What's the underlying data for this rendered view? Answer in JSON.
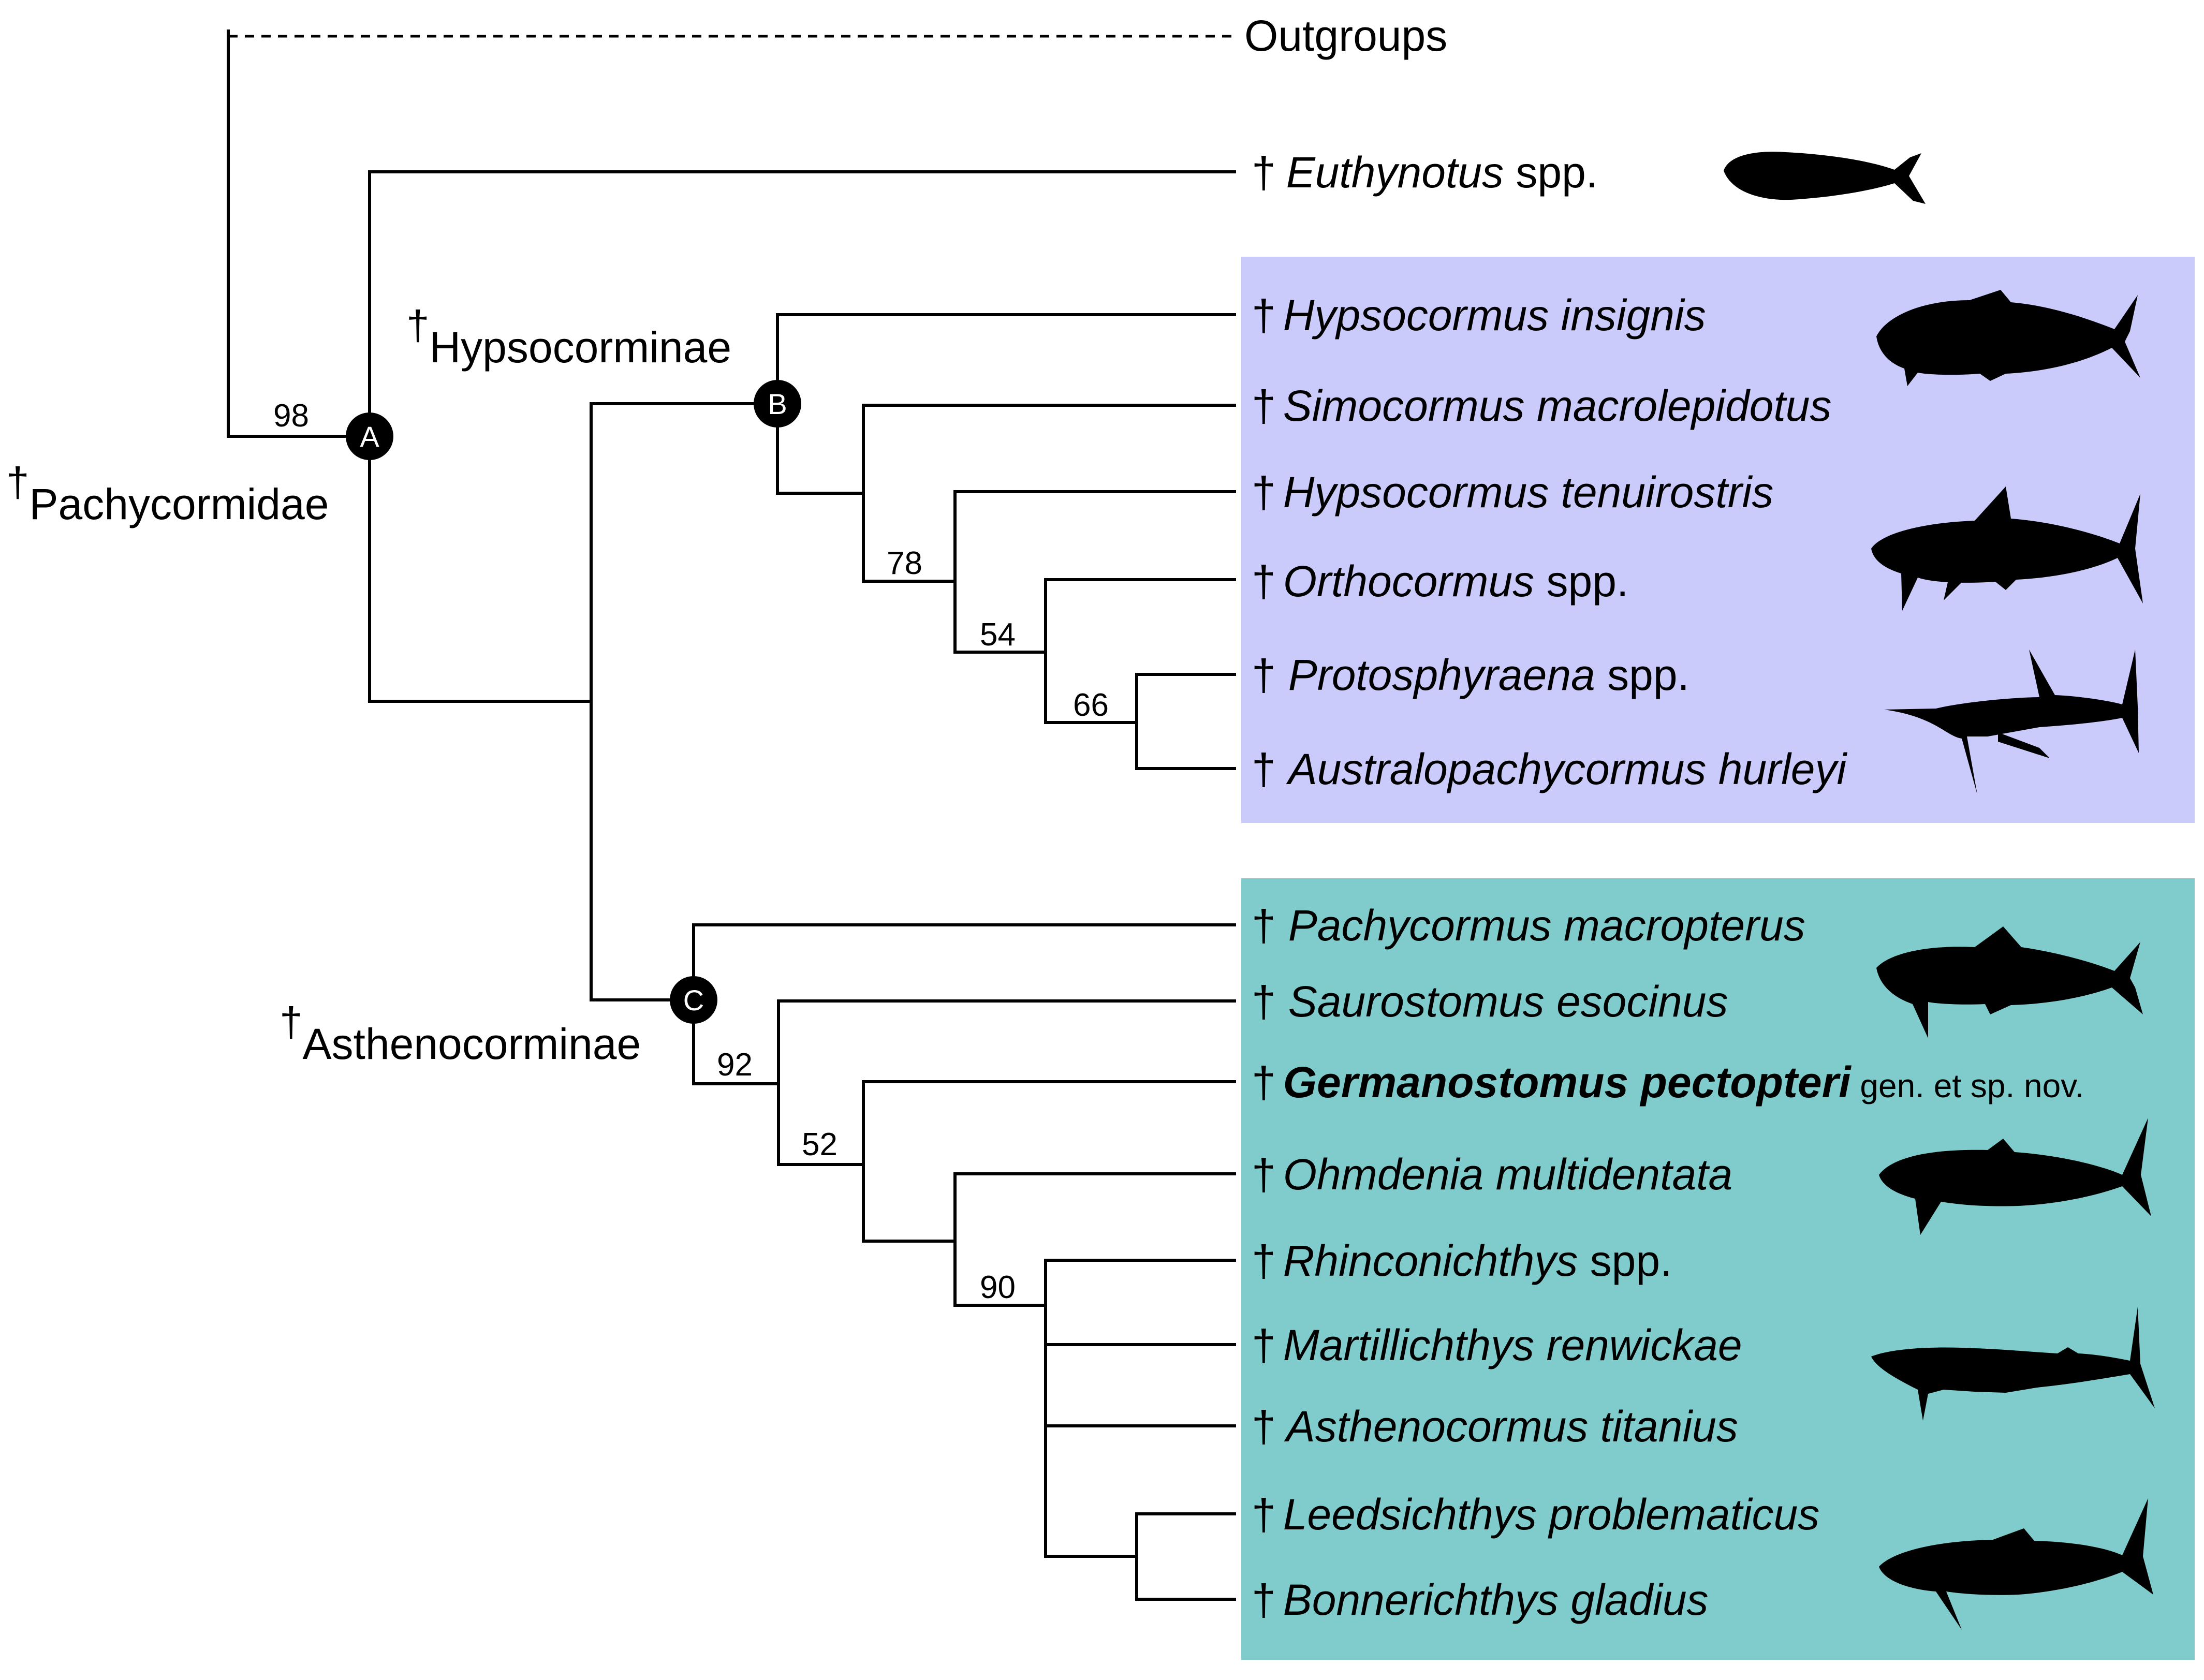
{
  "colors": {
    "hypsocorminae_box": "#cbcbfb",
    "asthenocorminae_box": "#80cccc",
    "lines": "#000000",
    "node_fill": "#000000"
  },
  "dagger": "†",
  "outgroups_label": "Outgroups",
  "taxa": [
    {
      "dagger": "†",
      "name": "Euthynotus",
      "rest": " spp.",
      "bold": false
    },
    {
      "dagger": "†",
      "name": "Hypsocormus insignis",
      "rest": "",
      "bold": false
    },
    {
      "dagger": "†",
      "name": "Simocormus macrolepidotus",
      "rest": "",
      "bold": false
    },
    {
      "dagger": "†",
      "name": "Hypsocormus tenuirostris",
      "rest": "",
      "bold": false
    },
    {
      "dagger": "†",
      "name": "Orthocormus",
      "rest": " spp.",
      "bold": false
    },
    {
      "dagger": "†",
      "name": "Protosphyraena",
      "rest": " spp.",
      "bold": false
    },
    {
      "dagger": "†",
      "name": "Australopachycormus hurleyi",
      "rest": "",
      "bold": false
    },
    {
      "dagger": "†",
      "name": "Pachycormus macropterus",
      "rest": "",
      "bold": false
    },
    {
      "dagger": "†",
      "name": "Saurostomus esocinus",
      "rest": "",
      "bold": false
    },
    {
      "dagger": "†",
      "name": "Germanostomus pectopteri",
      "rest": " gen. et sp. nov.",
      "bold": true
    },
    {
      "dagger": "†",
      "name": "Ohmdenia multidentata",
      "rest": "",
      "bold": false
    },
    {
      "dagger": "†",
      "name": "Rhinconichthys",
      "rest": " spp.",
      "bold": false
    },
    {
      "dagger": "†",
      "name": "Martillichthys renwickae",
      "rest": "",
      "bold": false
    },
    {
      "dagger": "†",
      "name": "Asthenocormus titanius",
      "rest": "",
      "bold": false
    },
    {
      "dagger": "†",
      "name": "Leedsichthys problematicus",
      "rest": "",
      "bold": false
    },
    {
      "dagger": "†",
      "name": "Bonnerichthys gladius",
      "rest": "",
      "bold": false
    }
  ],
  "clades": [
    {
      "dagger": "†",
      "name": "Pachycormidae"
    },
    {
      "dagger": "†",
      "name": "Hypsocorminae"
    },
    {
      "dagger": "†",
      "name": "Asthenocorminae"
    }
  ],
  "nodes": [
    {
      "letter": "A"
    },
    {
      "letter": "B"
    },
    {
      "letter": "C"
    }
  ],
  "support_values": [
    "98",
    "78",
    "54",
    "66",
    "92",
    "52",
    "90"
  ],
  "silhouettes": [
    {
      "icon": "euthynotus-silhouette"
    },
    {
      "icon": "hypsocormus-silhouette"
    },
    {
      "icon": "orthocormus-silhouette"
    },
    {
      "icon": "protosphyraena-silhouette"
    },
    {
      "icon": "pachycormus-silhouette"
    },
    {
      "icon": "ohmdenia-silhouette"
    },
    {
      "icon": "martillichthys-silhouette"
    },
    {
      "icon": "leedsichthys-silhouette"
    }
  ]
}
